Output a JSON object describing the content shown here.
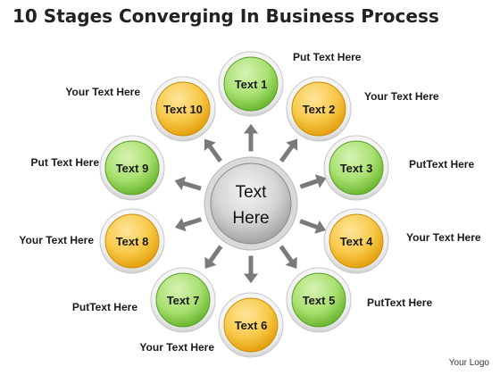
{
  "title": "10 Stages Converging In Business Process",
  "logo": "Your Logo",
  "center": {
    "line1": "Text",
    "line2": "Here"
  },
  "colors": {
    "green": "#7cc843",
    "green_light": "#d8f3b5",
    "yellow": "#f1b51c",
    "yellow_light": "#ffe59a",
    "center": "#bdbdbd",
    "arrow": "#7a7a7a"
  },
  "stages": [
    {
      "label": "Text 1",
      "color": "green",
      "callout": "Put Text Here"
    },
    {
      "label": "Text 2",
      "color": "yellow",
      "callout": "Your Text Here"
    },
    {
      "label": "Text 3",
      "color": "green",
      "callout": "PutText Here"
    },
    {
      "label": "Text 4",
      "color": "yellow",
      "callout": "Your Text Here"
    },
    {
      "label": "Text 5",
      "color": "green",
      "callout": "PutText Here"
    },
    {
      "label": "Text 6",
      "color": "yellow",
      "callout": "Your Text Here"
    },
    {
      "label": "Text 7",
      "color": "green",
      "callout": "PutText Here"
    },
    {
      "label": "Text 8",
      "color": "yellow",
      "callout": "Your Text Here"
    },
    {
      "label": "Text 9",
      "color": "green",
      "callout": "Put Text Here"
    },
    {
      "label": "Text 10",
      "color": "yellow",
      "callout": "Your Text Here"
    }
  ]
}
